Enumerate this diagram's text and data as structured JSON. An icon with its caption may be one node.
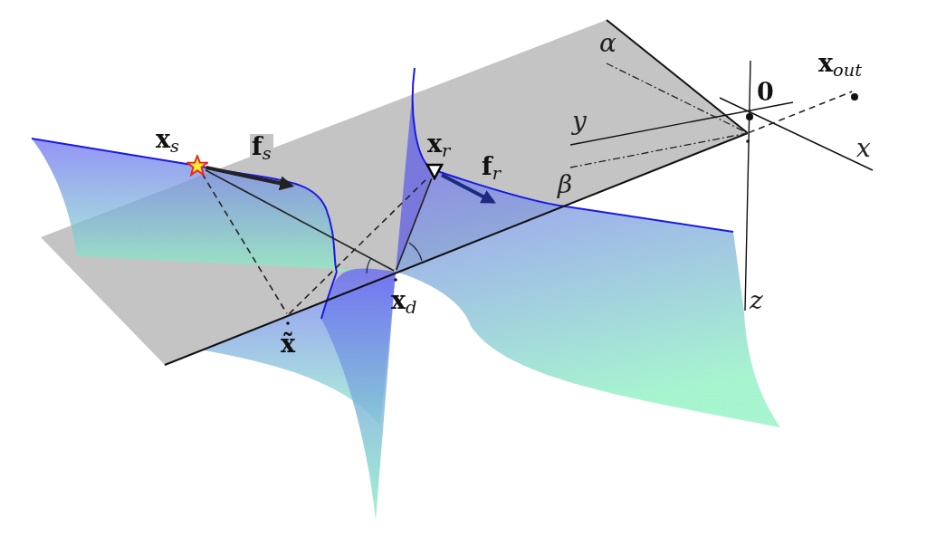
{
  "diagram": {
    "nodes": [
      {
        "text": [],
        "shape": "star",
        "beside": [
          "**x**$_{s}$"
        ]
      },
      {
        "text": [],
        "shape": "triangle",
        "beside": [
          "**x**$_{r}$"
        ]
      },
      {
        "text": [],
        "shape": "point",
        "beside": [
          "**x**$_{d}$"
        ]
      },
      {
        "text": [],
        "shape": "point",
        "beside": [
          "x̃"
        ]
      },
      {
        "text": [],
        "shape": "dot",
        "beside": [
          "0"
        ]
      },
      {
        "text": [],
        "shape": "point"
      },
      {
        "text": [],
        "shape": "dot",
        "beside": [
          "**x**$_{out}$"
        ]
      }
    ],
    "edges": [
      {
        "from": 0,
        "to": 3,
        "arrow": "none",
        "style": "dashed"
      },
      {
        "from": 3,
        "to": 1,
        "arrow": "none",
        "style": "dashed"
      },
      {
        "from": 0,
        "to": 2,
        "arrow": "none"
      },
      {
        "from": 1,
        "to": 2,
        "arrow": "none"
      },
      {
        "from": 5,
        "to": 6,
        "arrow": "none",
        "style": "dashed"
      },
      {
        "from": 0,
        "to": null,
        "arrow": "to",
        "style": "thick",
        "label": "**f**$_{s}$"
      },
      {
        "from": 1,
        "to": null,
        "arrow": "to",
        "style": "thick",
        "color": "#1c2a80",
        "label": "**f**$_{r}$"
      }
    ],
    "labels": [
      "α",
      "β",
      "y",
      "x",
      "z"
    ]
  }
}
